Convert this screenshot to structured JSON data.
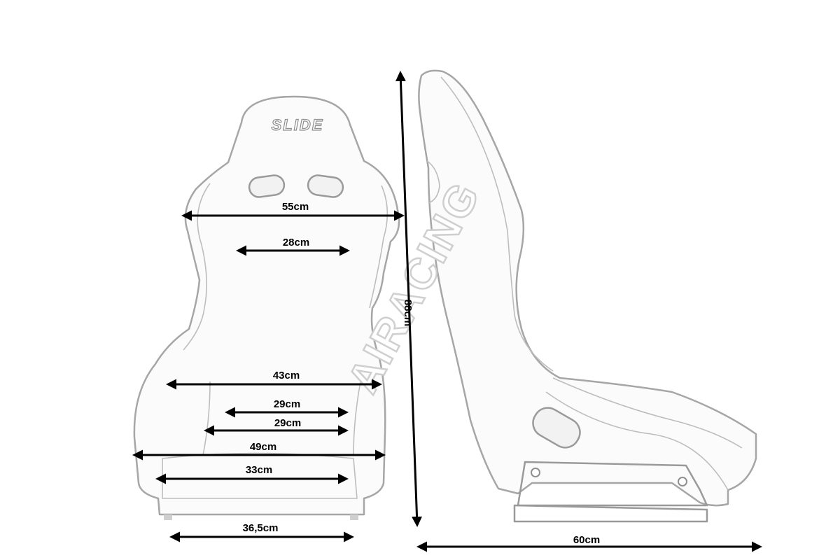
{
  "figure": {
    "brand_logo": "SLIDE",
    "watermark": "AIRACING"
  },
  "dimensions": {
    "shoulder_width": "55cm",
    "back_inner_width": "28cm",
    "hip_width": "43cm",
    "seat_inner_width_upper": "29cm",
    "seat_inner_width_lower": "29cm",
    "base_outer_width": "49cm",
    "front_width": "33cm",
    "bottom_mount_width": "36,5cm",
    "height": "88cm",
    "depth": "60cm"
  },
  "colors": {
    "outline": "#9a9a9a",
    "dimension_line": "#000000",
    "watermark": "#cfcfcf"
  }
}
